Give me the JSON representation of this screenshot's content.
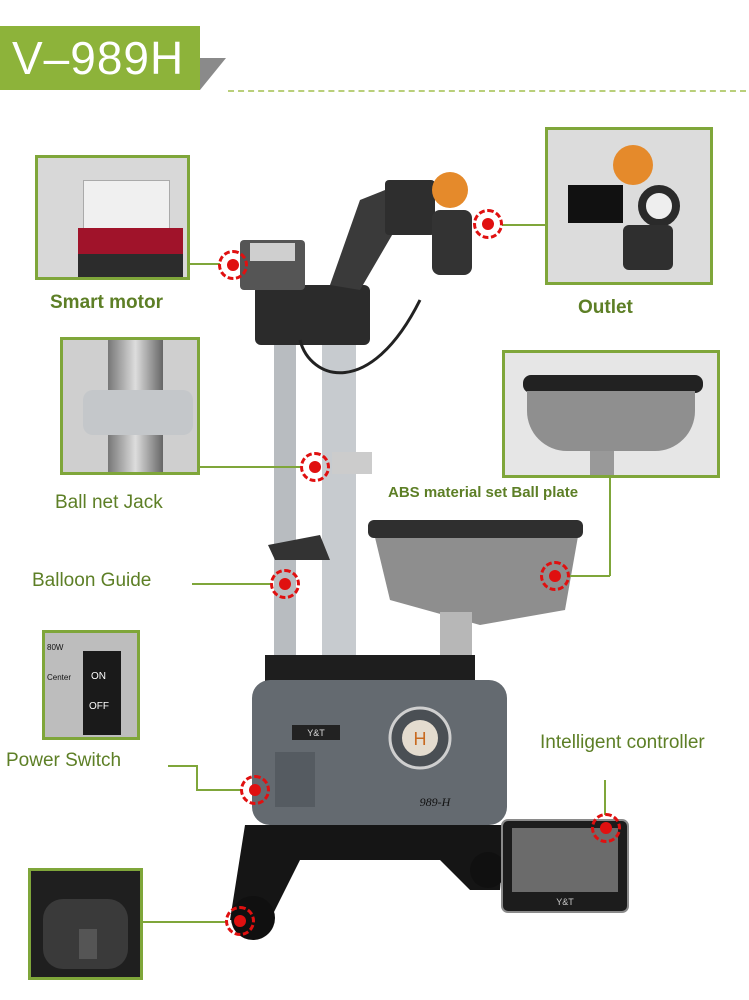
{
  "banner": {
    "model": "V–989H"
  },
  "labels": {
    "smart_motor": "Smart motor",
    "outlet": "Outlet",
    "ball_net_jack": "Ball net Jack",
    "ball_plate": "ABS material set Ball plate",
    "balloon_guide": "Balloon Guide",
    "power_switch": "Power Switch",
    "intelligent_controller": "Intelligent controller"
  },
  "switch": {
    "top": "ON",
    "bottom": "OFF",
    "side_top": "80W",
    "side_bottom": "Center"
  },
  "machine": {
    "brand": "Y&T",
    "badge": "H",
    "model_plate": "989-H",
    "screen_brand": "Y&T"
  },
  "colors": {
    "accent": "#8db33a",
    "label": "#5d7f26",
    "hotspot": "#e01010"
  }
}
